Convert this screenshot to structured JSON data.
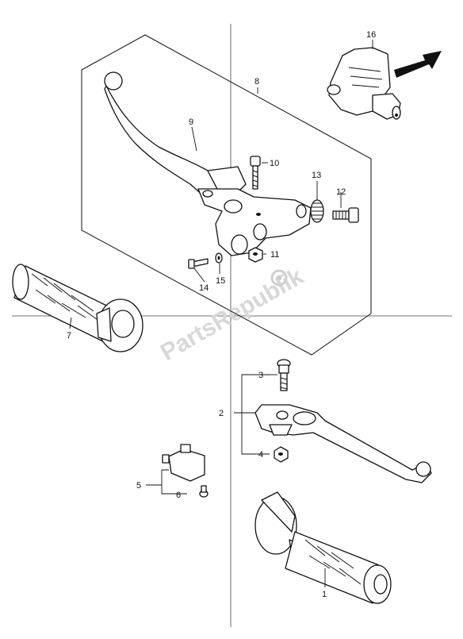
{
  "watermark": "PartsRepublik",
  "callouts": {
    "c1": "1",
    "c2": "2",
    "c3": "3",
    "c4": "4",
    "c5": "5",
    "c6": "6",
    "c7": "7",
    "c8": "8",
    "c9": "9",
    "c10": "10",
    "c11": "11",
    "c12": "12",
    "c13": "13",
    "c14": "14",
    "c15": "15",
    "c16": "16"
  },
  "icons": {
    "direction": "arrow-up-right-icon",
    "watermark_gear": "gear-icon"
  }
}
